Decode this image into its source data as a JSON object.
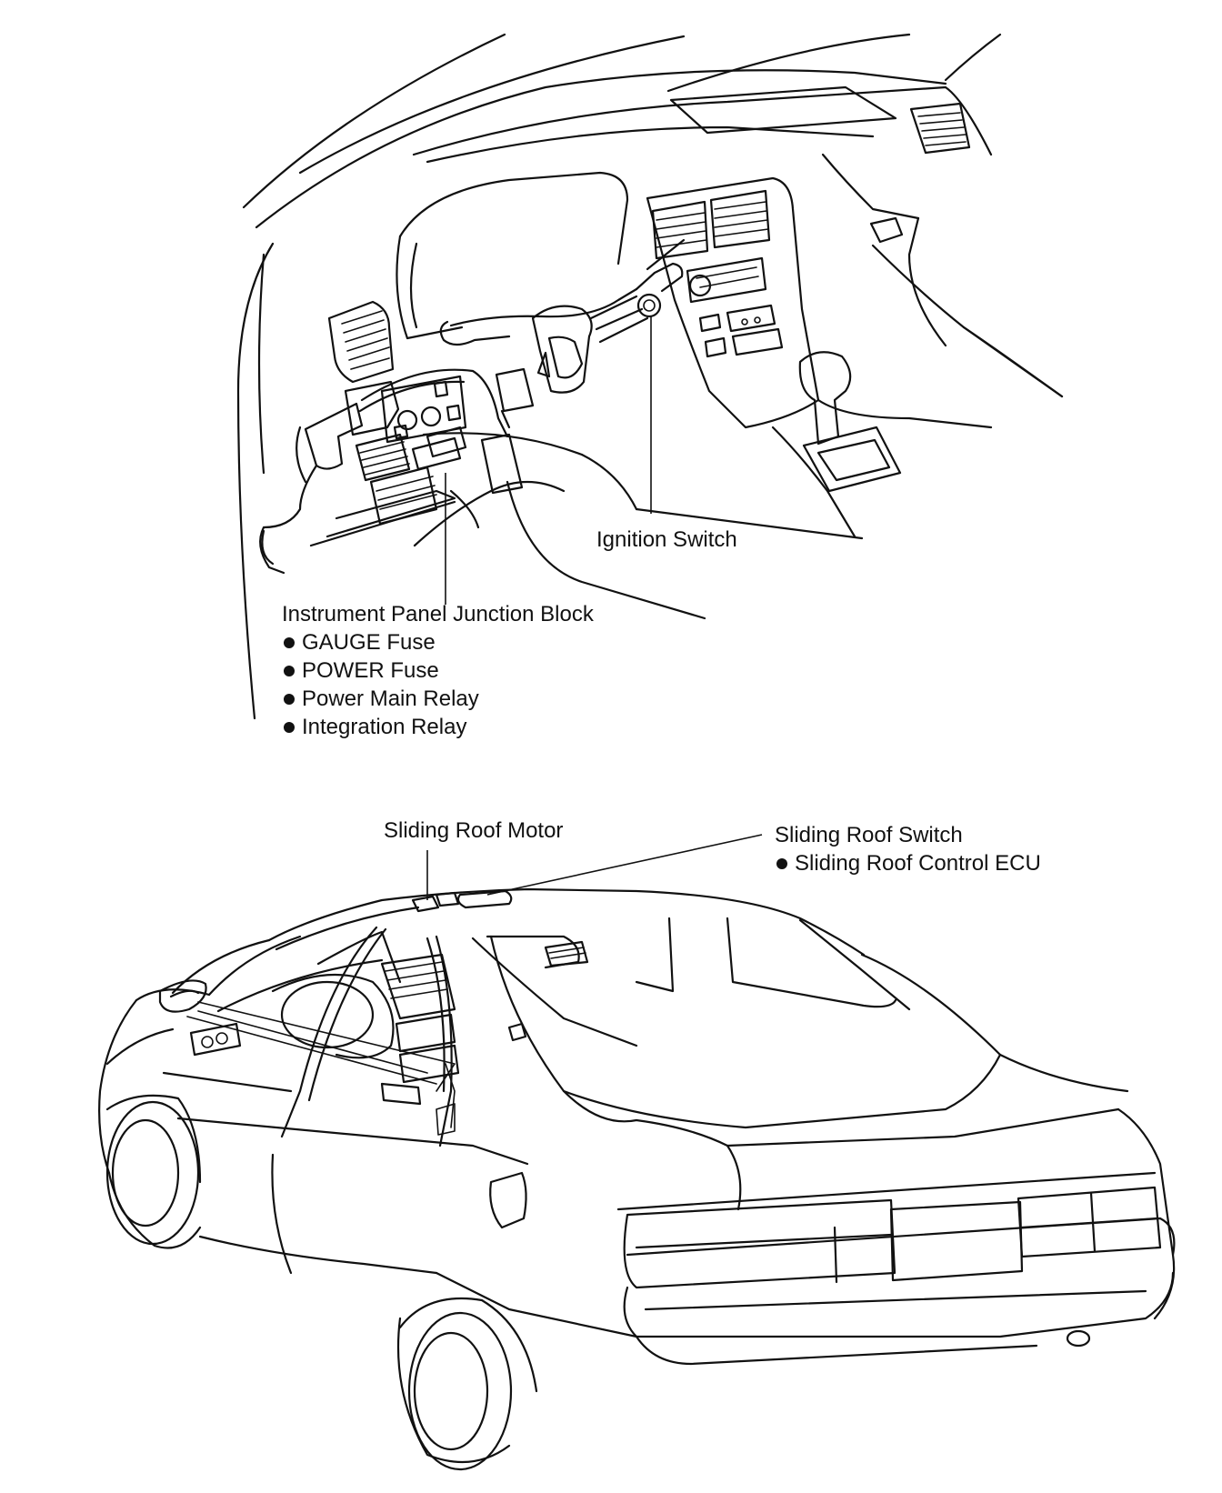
{
  "callouts": {
    "ignition_switch": "Ignition Switch",
    "junction_block": {
      "title": "Instrument Panel Junction Block",
      "items": [
        "GAUGE Fuse",
        "POWER Fuse",
        "Power Main Relay",
        "Integration Relay"
      ]
    },
    "sliding_roof_motor": "Sliding Roof Motor",
    "sliding_roof_switch": {
      "title": "Sliding Roof Switch",
      "items": [
        "Sliding Roof Control ECU"
      ]
    }
  }
}
